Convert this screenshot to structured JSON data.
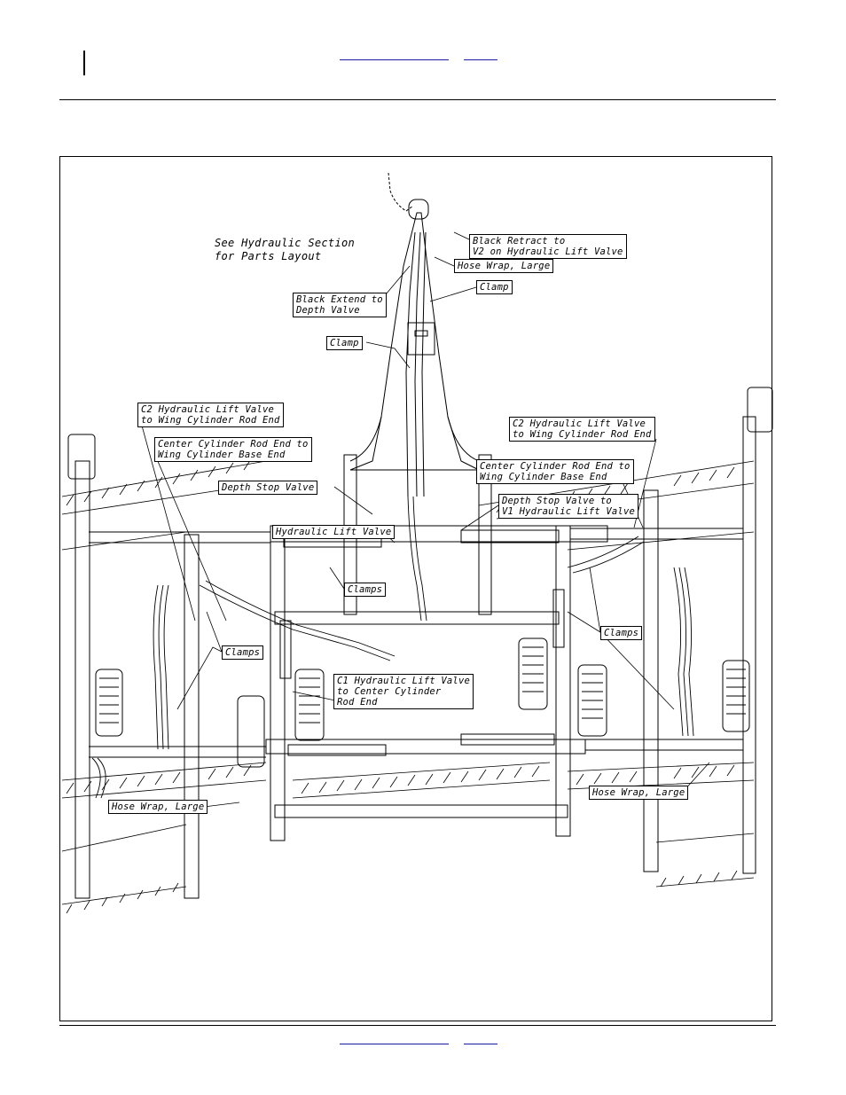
{
  "diagram": {
    "note": "See Hydraulic Section\nfor Parts Layout",
    "labels": {
      "black_retract": "Black Retract to\nV2 on Hydraulic Lift Valve",
      "hose_wrap_top": "Hose Wrap, Large",
      "clamp_top": "Clamp",
      "black_extend": "Black Extend to\nDepth Valve",
      "clamp_mid": "Clamp",
      "c2_left": "C2 Hydraulic Lift Valve\nto Wing Cylinder Rod End",
      "center_rod_left": "Center Cylinder Rod End to\nWing Cylinder Base End",
      "c2_right": "C2 Hydraulic Lift Valve\nto Wing Cylinder Rod End",
      "center_rod_right": "Center Cylinder Rod End to\nWing Cylinder Base End",
      "depth_stop_valve": "Depth Stop Valve",
      "depth_stop_to_v1": "Depth Stop Valve to\nV1 Hydraulic Lift Valve",
      "hydraulic_lift_valve": "Hydraulic Lift Valve",
      "clamps_center": "Clamps",
      "clamps_right": "Clamps",
      "clamps_left": "Clamps",
      "c1_lift": "C1 Hydraulic Lift Valve\nto Center Cylinder\nRod End",
      "hose_wrap_left": "Hose Wrap, Large",
      "hose_wrap_right": "Hose Wrap, Large"
    }
  }
}
